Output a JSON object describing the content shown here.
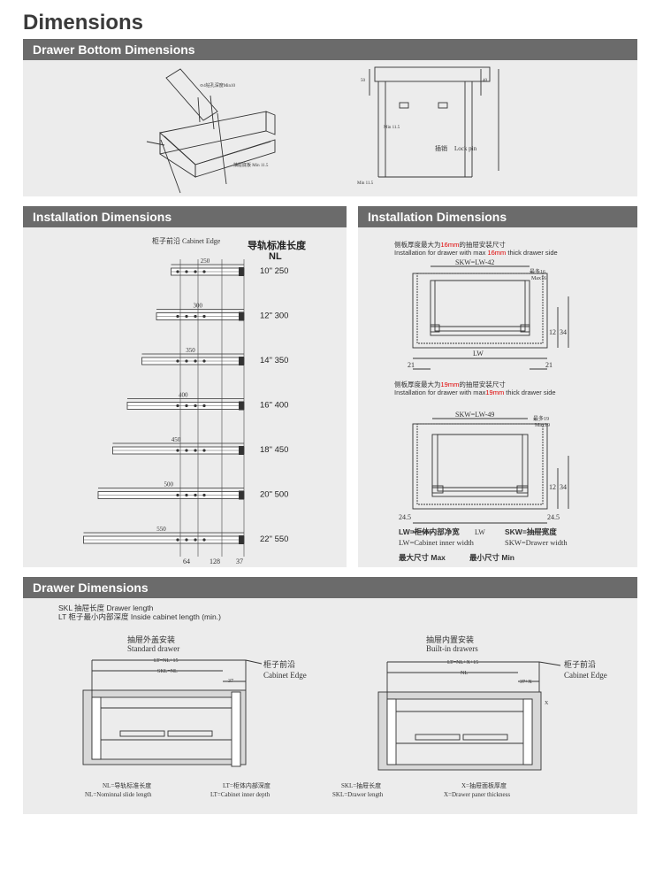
{
  "page_title": "Dimensions",
  "sections": {
    "bottom": {
      "title": "Drawer Bottom Dimensions"
    },
    "install_left": {
      "title": "Installation Dimensions"
    },
    "install_right": {
      "title": "Installation Dimensions"
    },
    "drawer": {
      "title": "Drawer Dimensions"
    }
  },
  "bottom_diagram": {
    "lock_pin_cn": "插销",
    "lock_pin_en": "Lock pin",
    "dims": [
      "Min 11.5",
      "Min 11.5",
      "50",
      "40"
    ]
  },
  "slide_chart": {
    "cabinet_edge": "柜子前沿  Cabinet  Edge",
    "header_cn": "导轨标准长度",
    "header_en": "NL",
    "rows": [
      {
        "length": "250",
        "label": "10\" 250"
      },
      {
        "length": "300",
        "label": "12\" 300"
      },
      {
        "length": "350",
        "label": "14\" 350"
      },
      {
        "length": "400",
        "label": "16\" 400"
      },
      {
        "length": "450",
        "label": "18\" 450"
      },
      {
        "length": "500",
        "label": "20\" 500"
      },
      {
        "length": "550",
        "label": "22\" 550"
      }
    ],
    "bottom_dims": [
      "64",
      "128",
      "37"
    ]
  },
  "install": {
    "d16_cn_a": "侧板厚度最大为",
    "d16_red": "16mm",
    "d16_cn_b": "的抽屉安装尺寸",
    "d16_en_a": "Installation for drawer with max ",
    "d16_en_b": " thick drawer side",
    "d16_skw": "SKW=LW-42",
    "d16_max": "最多16",
    "d16_max_en": "Max16",
    "d16_side": "21",
    "d19_cn_a": "侧板厚度最大为",
    "d19_red": "19mm",
    "d19_cn_b": "的抽屉安装尺寸",
    "d19_en_a": "Installation for drawer with max",
    "d19_en_b": " thick drawer side",
    "d19_skw": "SKW=LW-49",
    "d19_max": "最多19",
    "d19_max_en": "Max19",
    "d19_side": "24.5",
    "lw": "LW",
    "dim_12": "12",
    "dim_34": "34",
    "legend_lw_cn": "LW=柜体内部净宽",
    "legend_lw_en": "LW=Cabinet inner width",
    "legend_skw_cn": "SKW=抽屉宽度",
    "legend_skw_en": "SKW=Drawer width",
    "legend_max": "最大尺寸 Max",
    "legend_min": "最小尺寸 Min"
  },
  "drawer_dims": {
    "skl_line": "SKL 抽屉长度 Drawer length",
    "lt_line": "LT 柜子最小内部深度 Inside cabinet length (min.)",
    "standard_cn": "抽屉外盖安装",
    "standard_en": "Standard  drawer",
    "builtin_cn": "抽屉内置安装",
    "builtin_en": "Built-in drawers",
    "cabinet_cn": "柜子前沿",
    "cabinet_en": "Cabinet Edge",
    "lt_nl": "LT=NL+15",
    "skl_nl": "SKL=NL",
    "lt_nlx": "LT=NL+X+15",
    "nl": "NL",
    "d37": "37",
    "d37x": "37+X",
    "x": "X",
    "legend": [
      {
        "cn": "NL=导轨标准长度",
        "en": "NL=Nominnal slide length"
      },
      {
        "cn": "LT=柜体内部深度",
        "en": "LT=Cabinet inner depth"
      },
      {
        "cn": "SKL=抽屉长度",
        "en": "SKL=Drawer length"
      },
      {
        "cn": "X=抽屉面板厚度",
        "en": "X=Drawer paner thickness"
      }
    ]
  }
}
